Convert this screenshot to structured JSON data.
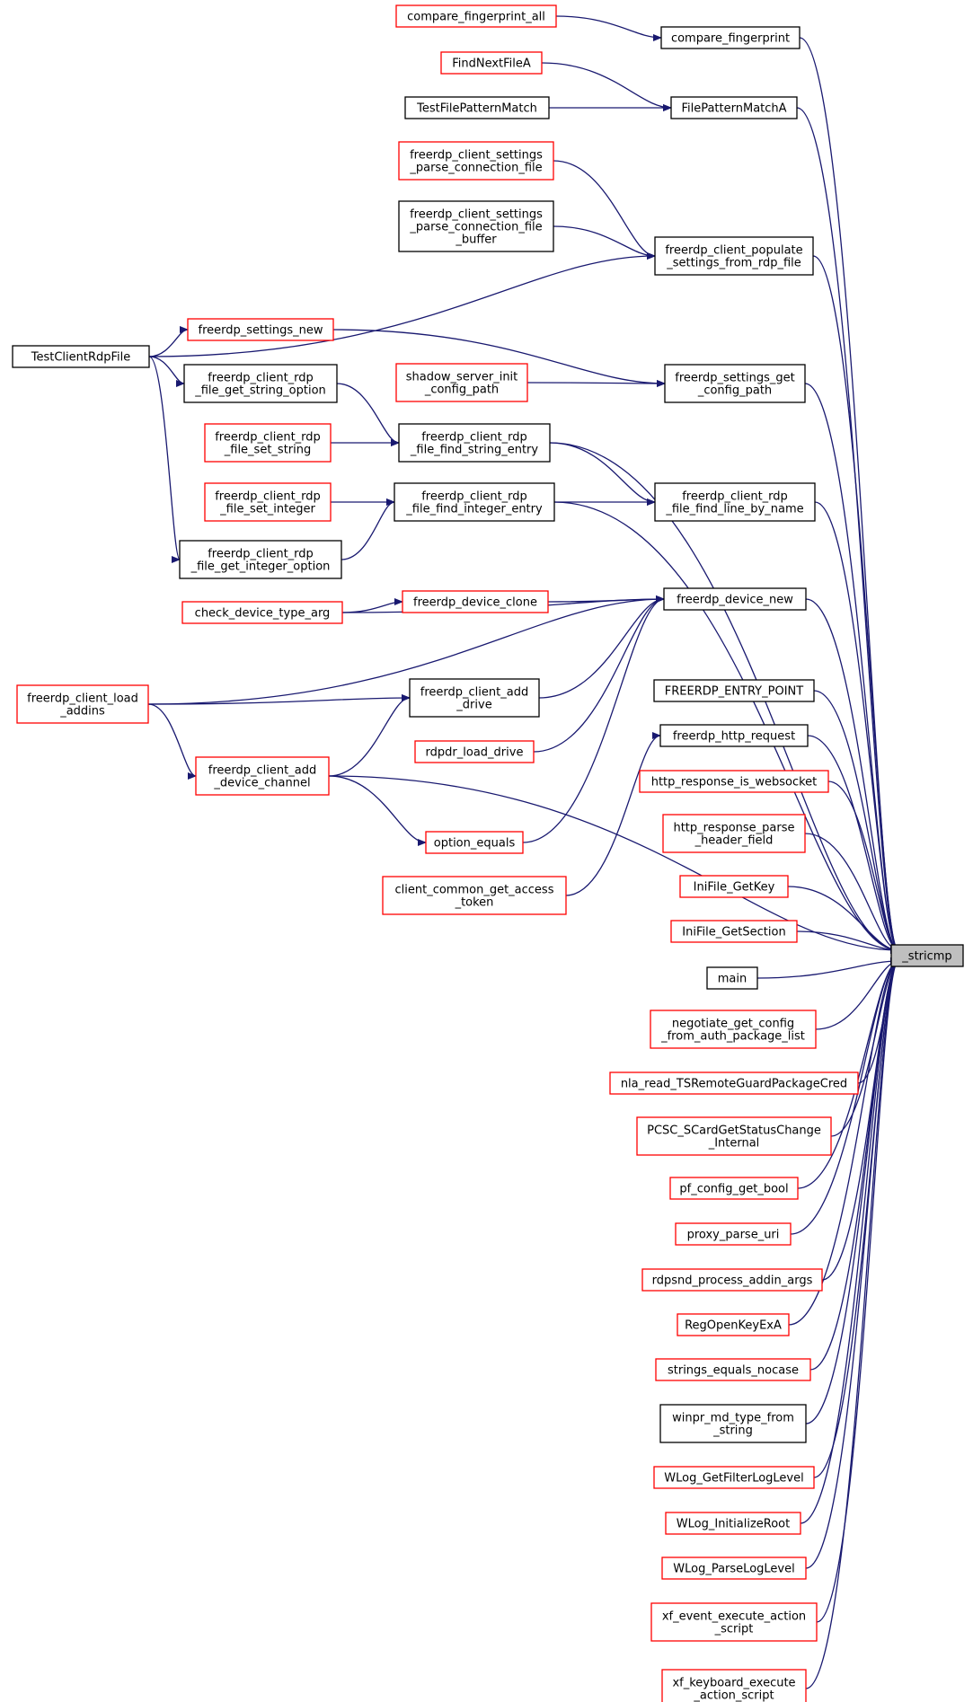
{
  "diagram": {
    "colors": {
      "edge": "#191970",
      "red_border": "#ff0000",
      "black_border": "#000000",
      "focus_fill": "#bfbfbf"
    },
    "nodes": [
      {
        "id": "stricmp",
        "lines": [
          "_stricmp"
        ],
        "border": "gray"
      },
      {
        "id": "compare_fingerprint_all",
        "lines": [
          "compare_fingerprint_all"
        ],
        "border": "red"
      },
      {
        "id": "compare_fingerprint",
        "lines": [
          "compare_fingerprint"
        ],
        "border": "black"
      },
      {
        "id": "FindNextFileA",
        "lines": [
          "FindNextFileA"
        ],
        "border": "red"
      },
      {
        "id": "TestFilePatternMatch",
        "lines": [
          "TestFilePatternMatch"
        ],
        "border": "black"
      },
      {
        "id": "FilePatternMatchA",
        "lines": [
          "FilePatternMatchA"
        ],
        "border": "black"
      },
      {
        "id": "settings_parse_file",
        "lines": [
          "freerdp_client_settings",
          "_parse_connection_file"
        ],
        "border": "red"
      },
      {
        "id": "settings_parse_buffer",
        "lines": [
          "freerdp_client_settings",
          "_parse_connection_file",
          "_buffer"
        ],
        "border": "black"
      },
      {
        "id": "populate_settings",
        "lines": [
          "freerdp_client_populate",
          "_settings_from_rdp_file"
        ],
        "border": "black"
      },
      {
        "id": "TestClientRdpFile",
        "lines": [
          "TestClientRdpFile"
        ],
        "border": "black"
      },
      {
        "id": "freerdp_settings_new",
        "lines": [
          "freerdp_settings_new"
        ],
        "border": "red"
      },
      {
        "id": "shadow_server_init",
        "lines": [
          "shadow_server_init",
          "_config_path"
        ],
        "border": "red"
      },
      {
        "id": "settings_get_config_path",
        "lines": [
          "freerdp_settings_get",
          "_config_path"
        ],
        "border": "black"
      },
      {
        "id": "get_string_option",
        "lines": [
          "freerdp_client_rdp",
          "_file_get_string_option"
        ],
        "border": "black"
      },
      {
        "id": "set_string",
        "lines": [
          "freerdp_client_rdp",
          "_file_set_string"
        ],
        "border": "red"
      },
      {
        "id": "find_string_entry",
        "lines": [
          "freerdp_client_rdp",
          "_file_find_string_entry"
        ],
        "border": "black"
      },
      {
        "id": "set_integer",
        "lines": [
          "freerdp_client_rdp",
          "_file_set_integer"
        ],
        "border": "red"
      },
      {
        "id": "find_integer_entry",
        "lines": [
          "freerdp_client_rdp",
          "_file_find_integer_entry"
        ],
        "border": "black"
      },
      {
        "id": "find_line_by_name",
        "lines": [
          "freerdp_client_rdp",
          "_file_find_line_by_name"
        ],
        "border": "black"
      },
      {
        "id": "get_integer_option",
        "lines": [
          "freerdp_client_rdp",
          "_file_get_integer_option"
        ],
        "border": "black"
      },
      {
        "id": "check_device_type_arg",
        "lines": [
          "check_device_type_arg"
        ],
        "border": "red"
      },
      {
        "id": "freerdp_device_clone",
        "lines": [
          "freerdp_device_clone"
        ],
        "border": "red"
      },
      {
        "id": "freerdp_device_new",
        "lines": [
          "freerdp_device_new"
        ],
        "border": "black"
      },
      {
        "id": "client_load_addins",
        "lines": [
          "freerdp_client_load",
          "_addins"
        ],
        "border": "red"
      },
      {
        "id": "client_add_drive",
        "lines": [
          "freerdp_client_add",
          "_drive"
        ],
        "border": "black"
      },
      {
        "id": "FREERDP_ENTRY_POINT",
        "lines": [
          "FREERDP_ENTRY_POINT"
        ],
        "border": "black"
      },
      {
        "id": "rdpdr_load_drive",
        "lines": [
          "rdpdr_load_drive"
        ],
        "border": "red"
      },
      {
        "id": "freerdp_http_request",
        "lines": [
          "freerdp_http_request"
        ],
        "border": "black"
      },
      {
        "id": "client_add_device_channel",
        "lines": [
          "freerdp_client_add",
          "_device_channel"
        ],
        "border": "red"
      },
      {
        "id": "http_response_is_websocket",
        "lines": [
          "http_response_is_websocket"
        ],
        "border": "red"
      },
      {
        "id": "http_response_parse_header",
        "lines": [
          "http_response_parse",
          "_header_field"
        ],
        "border": "red"
      },
      {
        "id": "option_equals",
        "lines": [
          "option_equals"
        ],
        "border": "red"
      },
      {
        "id": "IniFile_GetKey",
        "lines": [
          "IniFile_GetKey"
        ],
        "border": "red"
      },
      {
        "id": "client_common_get_access_token",
        "lines": [
          "client_common_get_access",
          "_token"
        ],
        "border": "red"
      },
      {
        "id": "IniFile_GetSection",
        "lines": [
          "IniFile_GetSection"
        ],
        "border": "red"
      },
      {
        "id": "main",
        "lines": [
          "main"
        ],
        "border": "black"
      },
      {
        "id": "negotiate_get_config",
        "lines": [
          "negotiate_get_config",
          "_from_auth_package_list"
        ],
        "border": "red"
      },
      {
        "id": "nla_read",
        "lines": [
          "nla_read_TSRemoteGuardPackageCred"
        ],
        "border": "red"
      },
      {
        "id": "PCSC_SCardGetStatusChange",
        "lines": [
          "PCSC_SCardGetStatusChange",
          "_Internal"
        ],
        "border": "red"
      },
      {
        "id": "pf_config_get_bool",
        "lines": [
          "pf_config_get_bool"
        ],
        "border": "red"
      },
      {
        "id": "proxy_parse_uri",
        "lines": [
          "proxy_parse_uri"
        ],
        "border": "red"
      },
      {
        "id": "rdpsnd_process_addin_args",
        "lines": [
          "rdpsnd_process_addin_args"
        ],
        "border": "red"
      },
      {
        "id": "RegOpenKeyExA",
        "lines": [
          "RegOpenKeyExA"
        ],
        "border": "red"
      },
      {
        "id": "strings_equals_nocase",
        "lines": [
          "strings_equals_nocase"
        ],
        "border": "red"
      },
      {
        "id": "winpr_md_type_from_string",
        "lines": [
          "winpr_md_type_from",
          "_string"
        ],
        "border": "black"
      },
      {
        "id": "WLog_GetFilterLogLevel",
        "lines": [
          "WLog_GetFilterLogLevel"
        ],
        "border": "red"
      },
      {
        "id": "WLog_InitializeRoot",
        "lines": [
          "WLog_InitializeRoot"
        ],
        "border": "red"
      },
      {
        "id": "WLog_ParseLogLevel",
        "lines": [
          "WLog_ParseLogLevel"
        ],
        "border": "red"
      },
      {
        "id": "xf_event_execute_action_script",
        "lines": [
          "xf_event_execute_action",
          "_script"
        ],
        "border": "red"
      },
      {
        "id": "xf_keyboard_execute_action_script",
        "lines": [
          "xf_keyboard_execute",
          "_action_script"
        ],
        "border": "red"
      }
    ],
    "edges": [
      {
        "from": "compare_fingerprint_all",
        "to": "compare_fingerprint"
      },
      {
        "from": "compare_fingerprint",
        "to": "stricmp"
      },
      {
        "from": "FindNextFileA",
        "to": "FilePatternMatchA"
      },
      {
        "from": "TestFilePatternMatch",
        "to": "FilePatternMatchA"
      },
      {
        "from": "FilePatternMatchA",
        "to": "stricmp"
      },
      {
        "from": "settings_parse_file",
        "to": "populate_settings"
      },
      {
        "from": "settings_parse_buffer",
        "to": "populate_settings"
      },
      {
        "from": "TestClientRdpFile",
        "to": "populate_settings"
      },
      {
        "from": "populate_settings",
        "to": "stricmp"
      },
      {
        "from": "TestClientRdpFile",
        "to": "freerdp_settings_new"
      },
      {
        "from": "TestClientRdpFile",
        "to": "get_string_option"
      },
      {
        "from": "TestClientRdpFile",
        "to": "get_integer_option"
      },
      {
        "from": "freerdp_settings_new",
        "to": "settings_get_config_path"
      },
      {
        "from": "shadow_server_init",
        "to": "settings_get_config_path"
      },
      {
        "from": "settings_get_config_path",
        "to": "stricmp"
      },
      {
        "from": "get_string_option",
        "to": "find_string_entry"
      },
      {
        "from": "set_string",
        "to": "find_string_entry"
      },
      {
        "from": "find_string_entry",
        "to": "find_line_by_name"
      },
      {
        "from": "find_string_entry",
        "to": "stricmp"
      },
      {
        "from": "set_integer",
        "to": "find_integer_entry"
      },
      {
        "from": "get_integer_option",
        "to": "find_integer_entry"
      },
      {
        "from": "find_integer_entry",
        "to": "find_line_by_name"
      },
      {
        "from": "find_integer_entry",
        "to": "stricmp"
      },
      {
        "from": "find_line_by_name",
        "to": "stricmp"
      },
      {
        "from": "check_device_type_arg",
        "to": "freerdp_device_clone"
      },
      {
        "from": "check_device_type_arg",
        "to": "freerdp_device_new"
      },
      {
        "from": "freerdp_device_clone",
        "to": "freerdp_device_new"
      },
      {
        "from": "client_load_addins",
        "to": "freerdp_device_new"
      },
      {
        "from": "client_load_addins",
        "to": "client_add_drive"
      },
      {
        "from": "client_load_addins",
        "to": "client_add_device_channel"
      },
      {
        "from": "client_add_drive",
        "to": "freerdp_device_new"
      },
      {
        "from": "rdpdr_load_drive",
        "to": "freerdp_device_new"
      },
      {
        "from": "client_add_device_channel",
        "to": "client_add_drive"
      },
      {
        "from": "client_add_device_channel",
        "to": "option_equals"
      },
      {
        "from": "client_add_device_channel",
        "to": "stricmp"
      },
      {
        "from": "option_equals",
        "to": "freerdp_device_new"
      },
      {
        "from": "freerdp_device_new",
        "to": "stricmp"
      },
      {
        "from": "FREERDP_ENTRY_POINT",
        "to": "stricmp"
      },
      {
        "from": "client_common_get_access_token",
        "to": "freerdp_http_request"
      },
      {
        "from": "freerdp_http_request",
        "to": "stricmp"
      },
      {
        "from": "http_response_is_websocket",
        "to": "stricmp"
      },
      {
        "from": "http_response_parse_header",
        "to": "stricmp"
      },
      {
        "from": "IniFile_GetKey",
        "to": "stricmp"
      },
      {
        "from": "IniFile_GetSection",
        "to": "stricmp"
      },
      {
        "from": "main",
        "to": "stricmp"
      },
      {
        "from": "negotiate_get_config",
        "to": "stricmp"
      },
      {
        "from": "nla_read",
        "to": "stricmp"
      },
      {
        "from": "PCSC_SCardGetStatusChange",
        "to": "stricmp"
      },
      {
        "from": "pf_config_get_bool",
        "to": "stricmp"
      },
      {
        "from": "proxy_parse_uri",
        "to": "stricmp"
      },
      {
        "from": "rdpsnd_process_addin_args",
        "to": "stricmp"
      },
      {
        "from": "RegOpenKeyExA",
        "to": "stricmp"
      },
      {
        "from": "strings_equals_nocase",
        "to": "stricmp"
      },
      {
        "from": "winpr_md_type_from_string",
        "to": "stricmp"
      },
      {
        "from": "WLog_GetFilterLogLevel",
        "to": "stricmp"
      },
      {
        "from": "WLog_InitializeRoot",
        "to": "stricmp"
      },
      {
        "from": "WLog_ParseLogLevel",
        "to": "stricmp"
      },
      {
        "from": "xf_event_execute_action_script",
        "to": "stricmp"
      },
      {
        "from": "xf_keyboard_execute_action_script",
        "to": "stricmp"
      }
    ]
  }
}
